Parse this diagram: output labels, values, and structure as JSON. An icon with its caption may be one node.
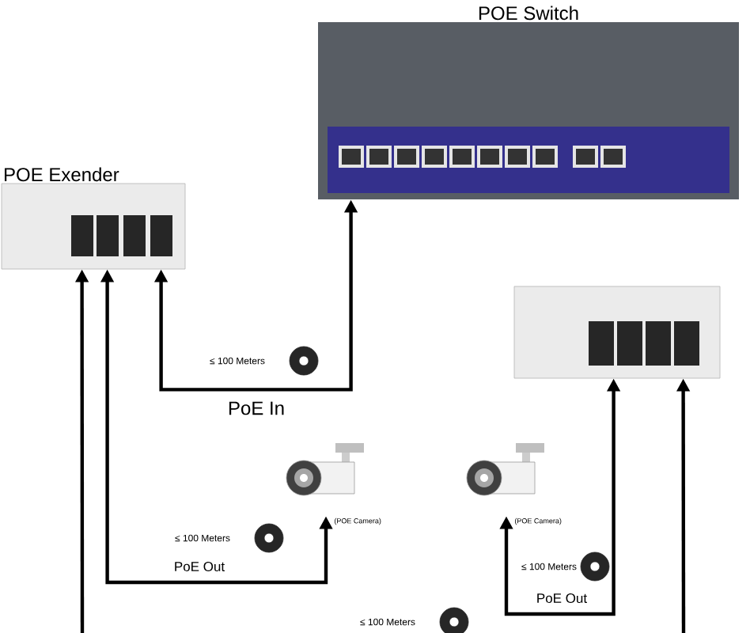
{
  "diagram": {
    "nodes": [
      {
        "text": [
          "POE Switch"
        ]
      },
      {
        "text": [
          "POE Exender"
        ]
      },
      {
        "text": [
          "(POE Camera)"
        ]
      },
      {
        "text": [],
        "shape": "picture"
      },
      {
        "text": [
          "(POE Camera)"
        ]
      }
    ],
    "edges": [
      {
        "from": 0,
        "to": 1,
        "arrow": "both",
        "label": "PoE In"
      },
      {
        "from": 1,
        "to": 2,
        "arrow": "both",
        "label": "PoE Out"
      },
      {
        "from": null,
        "to": 1,
        "arrow": "to"
      },
      {
        "from": 3,
        "to": 4,
        "arrow": "both",
        "label": "PoE Out"
      },
      {
        "from": null,
        "to": 3,
        "arrow": "to"
      }
    ],
    "labels": [
      "≤ 100 Meters",
      "≤ 100 Meters",
      "≤ 100 Meters",
      "≤ 100 Meters"
    ]
  }
}
